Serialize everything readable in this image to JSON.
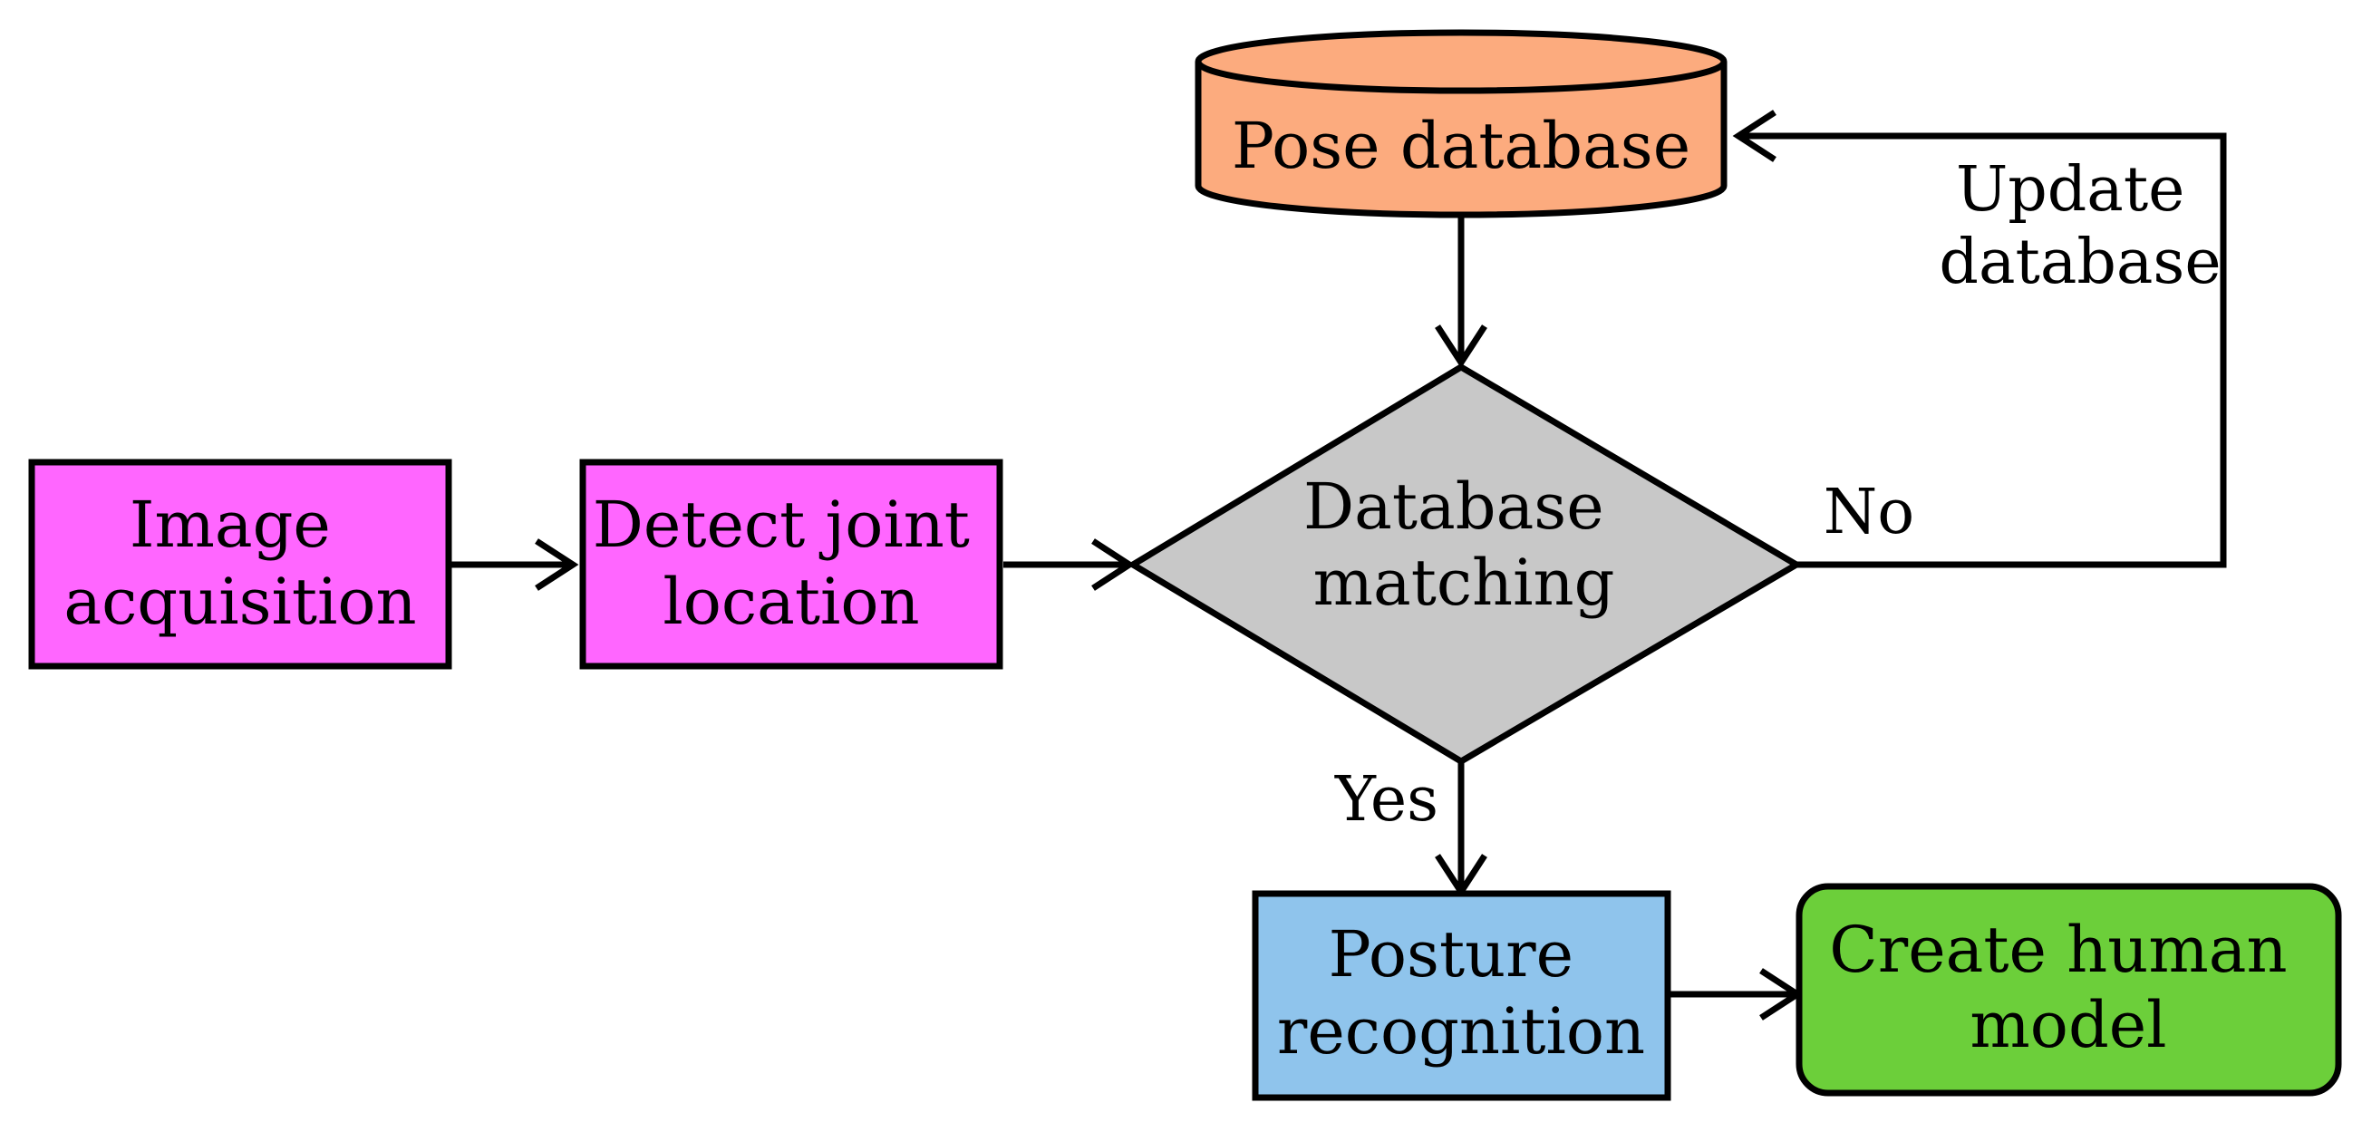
{
  "diagram": {
    "nodes": {
      "image_acquisition": {
        "lines": [
          "Image",
          "acquisition"
        ],
        "shape": "rectangle",
        "fill": "#ff66ff"
      },
      "detect_joint": {
        "lines": [
          "Detect joint",
          "location"
        ],
        "shape": "rectangle",
        "fill": "#ff66ff"
      },
      "pose_database": {
        "lines": [
          "Pose database"
        ],
        "shape": "cylinder",
        "fill": "#fcab7e"
      },
      "database_matching": {
        "lines": [
          "Database",
          "matching"
        ],
        "shape": "diamond",
        "fill": "#c8c8c8"
      },
      "posture_recognition": {
        "lines": [
          "Posture",
          "recognition"
        ],
        "shape": "rectangle",
        "fill": "#8fc4ec"
      },
      "create_human_model": {
        "lines": [
          "Create human",
          "model"
        ],
        "shape": "rounded-rectangle",
        "fill": "#6ccf3a"
      }
    },
    "edges": [
      {
        "id": "acq-to-detect",
        "from": "image_acquisition",
        "to": "detect_joint",
        "label": ""
      },
      {
        "id": "detect-to-match",
        "from": "detect_joint",
        "to": "database_matching",
        "label": ""
      },
      {
        "id": "db-to-match",
        "from": "pose_database",
        "to": "database_matching",
        "label": ""
      },
      {
        "id": "match-no-update",
        "from": "database_matching",
        "to": "pose_database",
        "label": "No"
      },
      {
        "id": "match-yes-posture",
        "from": "database_matching",
        "to": "posture_recognition",
        "label": "Yes"
      },
      {
        "id": "posture-to-model",
        "from": "posture_recognition",
        "to": "create_human_model",
        "label": ""
      }
    ],
    "annotations": {
      "update_database": [
        "Update",
        "database"
      ]
    }
  }
}
